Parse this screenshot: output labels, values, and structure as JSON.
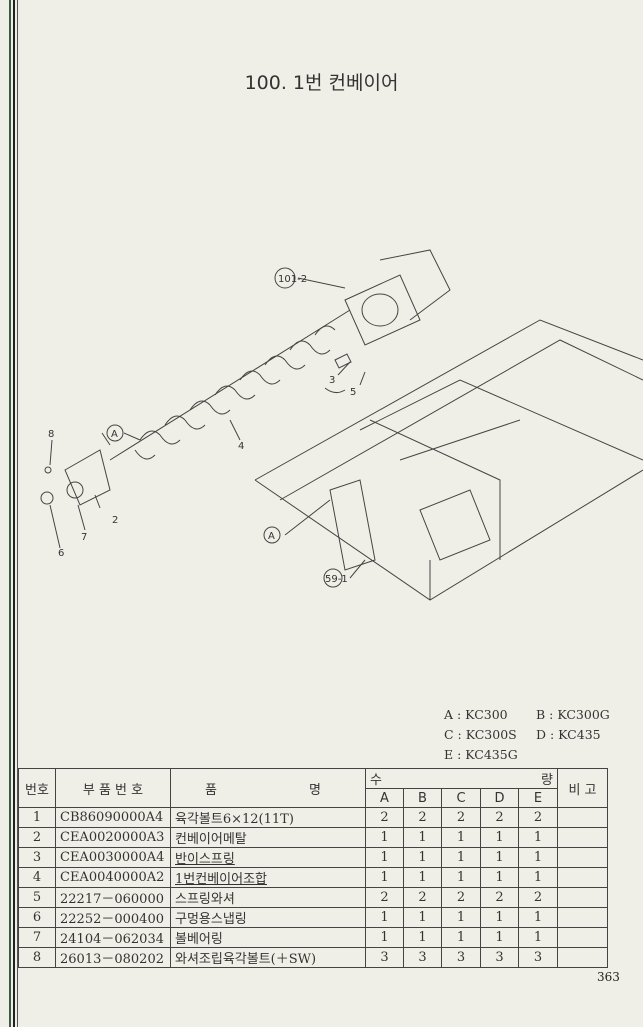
{
  "title": "100. 1번 컨베이어",
  "callouts": [
    "101-2",
    "3",
    "5",
    "4",
    "8",
    "A",
    "2",
    "7",
    "6",
    "A",
    "59-1"
  ],
  "legend": [
    "A : KC300",
    "B : KC300G",
    "C : KC300S",
    "D : KC435",
    "E : KC435G"
  ],
  "table": {
    "headers": {
      "no": "번호",
      "part_no": "부 품 번 호",
      "name_left": "품",
      "name_right": "명",
      "qty_left": "수",
      "qty_right": "량",
      "remark": "비 고",
      "models": [
        "A",
        "B",
        "C",
        "D",
        "E"
      ]
    },
    "rows": [
      {
        "no": "1",
        "part_no": "CB86090000A4",
        "name": "육각볼트6×12(11T)",
        "qty": [
          "2",
          "2",
          "2",
          "2",
          "2"
        ]
      },
      {
        "no": "2",
        "part_no": "CEA0020000A3",
        "name": "컨베이어메탈",
        "qty": [
          "1",
          "1",
          "1",
          "1",
          "1"
        ]
      },
      {
        "no": "3",
        "part_no": "CEA0030000A4",
        "name": "반이스프링",
        "qty": [
          "1",
          "1",
          "1",
          "1",
          "1"
        ]
      },
      {
        "no": "4",
        "part_no": "CEA0040000A2",
        "name": "1번컨베이어조합",
        "qty": [
          "1",
          "1",
          "1",
          "1",
          "1"
        ]
      },
      {
        "no": "5",
        "part_no": "22217－060000",
        "name": "스프링와셔",
        "qty": [
          "2",
          "2",
          "2",
          "2",
          "2"
        ]
      },
      {
        "no": "6",
        "part_no": "22252－000400",
        "name": "구멍용스냅링",
        "qty": [
          "1",
          "1",
          "1",
          "1",
          "1"
        ]
      },
      {
        "no": "7",
        "part_no": "24104－062034",
        "name": "볼베어링",
        "qty": [
          "1",
          "1",
          "1",
          "1",
          "1"
        ]
      },
      {
        "no": "8",
        "part_no": "26013－080202",
        "name": "와셔조립육각볼트(＋SW)",
        "qty": [
          "3",
          "3",
          "3",
          "3",
          "3"
        ]
      }
    ]
  },
  "page_number": "363"
}
